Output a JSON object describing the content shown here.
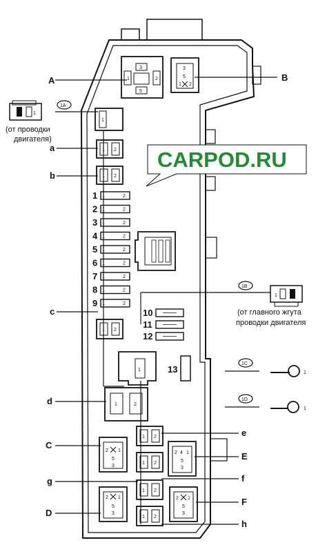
{
  "watermark": "CARPOD.RU",
  "letters": {
    "A": "A",
    "B": "B",
    "C": "C",
    "D": "D",
    "E": "E",
    "F": "F",
    "a": "a",
    "b": "b",
    "c": "c",
    "d": "d",
    "e": "e",
    "f": "f",
    "g": "g",
    "h": "h"
  },
  "fuse_numbers": [
    "1",
    "2",
    "3",
    "4",
    "5",
    "6",
    "7",
    "8",
    "9"
  ],
  "fuse_numbers_right": [
    "10",
    "11",
    "12"
  ],
  "fuse13": "13",
  "connectors": {
    "c1a": "1A",
    "c1b": "1B",
    "c1c": "1C",
    "c1d": "1D",
    "c1a_note": [
      "(от проводки",
      "двигателя)"
    ],
    "c1b_note": [
      "(от главного жгута",
      "проводки двигателя"
    ],
    "pin_label": "1"
  },
  "relay_pins": {
    "p1": "1",
    "p2": "2",
    "p3": "3",
    "p4": "4",
    "p5": "5"
  }
}
